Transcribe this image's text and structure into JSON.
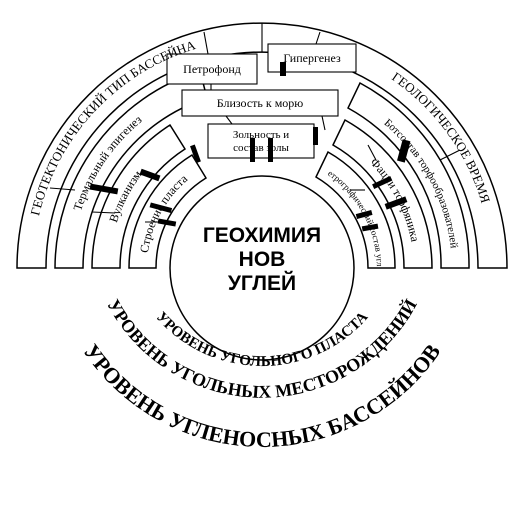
{
  "center": {
    "line1": "ГЕОХИМИЯ",
    "line2": "НОВ",
    "line3": "УГЛЕЙ"
  },
  "arcs": {
    "outer_left": "ГЕОТЕКТОНИЧЕСКИЙ ТИП БАССЕЙНА",
    "outer_right": "ГЕОЛОГИЧЕСКОЕ ВРЕМЯ",
    "thermal": "Термальный эпигенез",
    "volcanism": "Вулканизм",
    "seam_structure": "Строение пласта",
    "botanical": "Ботсостав торфообразователей",
    "peat_facies": "Фации торфяника",
    "petrographic": "Петрографический состав углей"
  },
  "boxes": {
    "petrofond": "Петрофонд",
    "hypergenesis": "Гипергенез",
    "sea_proximity": "Близость к морю",
    "ash_line1": "Зольность и",
    "ash_line2": "состав золы"
  },
  "levels": {
    "seam": "УРОВЕНЬ УГОЛЬНОГО ПЛАСТА",
    "deposits": "УРОВЕНЬ УГОЛЬНЫХ МЕСТОРОЖДЕНИЙ",
    "basins": "УРОВЕНЬ УГЛЕНОСНЫХ БАССЕЙНОВ"
  }
}
